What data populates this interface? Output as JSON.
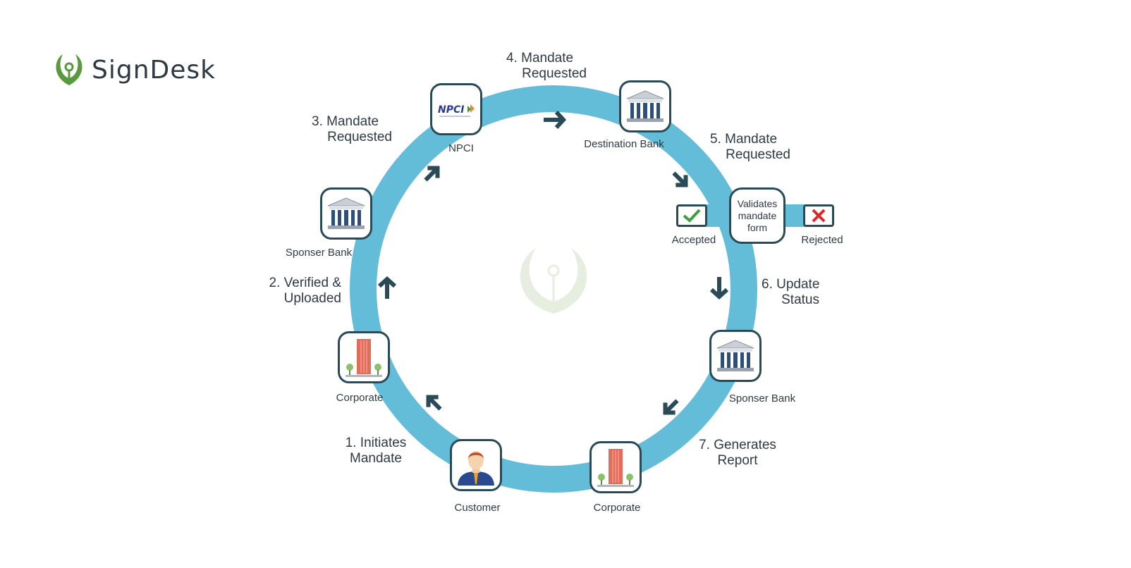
{
  "brand": {
    "name": "SignDesk",
    "green": "#5a9a3e",
    "dark": "#2f3a44"
  },
  "colors": {
    "ring": "#63bdd8",
    "border": "#2b4a58",
    "arrow": "#2b4a58"
  },
  "nodes": {
    "customer": {
      "caption": "Customer",
      "icon": "person-icon"
    },
    "corporate_start": {
      "caption": "Corporate",
      "icon": "building-icon"
    },
    "sponser_bank_left": {
      "caption": "Sponser Bank",
      "icon": "bank-icon"
    },
    "npci": {
      "caption": "NPCI",
      "logo_text": "NPCI",
      "icon": "npci-logo"
    },
    "destination_bank": {
      "caption": "Destination Bank",
      "icon": "bank-icon"
    },
    "validates": {
      "lines": [
        "Validates",
        "mandate",
        "form"
      ]
    },
    "accepted": {
      "caption": "Accepted",
      "icon": "check-icon"
    },
    "rejected": {
      "caption": "Rejected",
      "icon": "cross-icon"
    },
    "sponser_bank_right": {
      "caption": "Sponser Bank",
      "icon": "bank-icon"
    },
    "corporate_end": {
      "caption": "Corporate",
      "icon": "building-icon"
    }
  },
  "steps": [
    {
      "line1": "1. Initiates",
      "line2": "Mandate"
    },
    {
      "line1": "2. Verified &",
      "line2": "Uploaded"
    },
    {
      "line1": "3. Mandate",
      "line2": "Requested"
    },
    {
      "line1": "4. Mandate",
      "line2": "Requested"
    },
    {
      "line1": "5. Mandate",
      "line2": "Requested"
    },
    {
      "line1": "6. Update",
      "line2": "Status"
    },
    {
      "line1": "7. Generates",
      "line2": "Report"
    }
  ]
}
